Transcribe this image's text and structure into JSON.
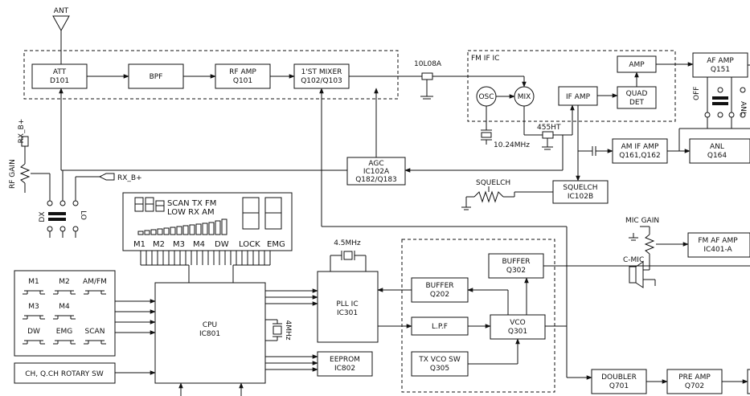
{
  "blocks": {
    "att": [
      "ATT",
      "D101"
    ],
    "bpf": [
      "BPF"
    ],
    "rf_amp": [
      "RF AMP",
      "Q101"
    ],
    "mixer1": [
      "1'ST MIXER",
      "Q102/Q103"
    ],
    "amp": [
      "AMP"
    ],
    "quad_det": [
      "QUAD",
      "DET"
    ],
    "if_amp": [
      "IF AMP"
    ],
    "af_amp": [
      "AF AMP",
      "Q151"
    ],
    "am_if_amp": [
      "AM IF AMP",
      "Q161,Q162"
    ],
    "anl": [
      "ANL",
      "Q164"
    ],
    "agc": [
      "AGC",
      "IC102A",
      "Q182/Q183"
    ],
    "squelch_ic": [
      "SQUELCH",
      "IC102B"
    ],
    "fm_af_amp": [
      "FM AF AMP",
      "IC401-A"
    ],
    "buffer_q302": [
      "BUFFER",
      "Q302"
    ],
    "buffer_q202": [
      "BUFFER",
      "Q202"
    ],
    "pll_ic": [
      "PLL IC",
      "IC301"
    ],
    "lpf": [
      "L.P.F"
    ],
    "vco": [
      "VCO",
      "Q301"
    ],
    "tx_vco_sw": [
      "TX VCO SW",
      "Q305"
    ],
    "cpu": [
      "CPU",
      "IC801"
    ],
    "eeprom": [
      "EEPROM",
      "IC802"
    ],
    "rotary_sw": [
      "CH, Q.CH ROTARY SW"
    ],
    "doubler": [
      "DOUBLER",
      "Q701"
    ],
    "pre_amp": [
      "PRE AMP",
      "Q702"
    ]
  },
  "labels": {
    "ant": "ANT",
    "filter_10l08a": "10L08A",
    "fm_if_ic": "FM IF IC",
    "osc": "OSC",
    "mix": "MIX",
    "filter_455ht": "455HT",
    "crystal_1024": "10.24MHz",
    "rx_b_plus_1": "RX_B+",
    "rx_b_plus_2": "RX_B+",
    "rf_gain": "RF GAIN",
    "dx": "DX",
    "lo": "LO",
    "squelch_pot": "SQUELCH",
    "mic_gain": "MIC GAIN",
    "c_mic": "C-MIC",
    "crystal_45": "4.5MHz",
    "crystal_4": "4MHz",
    "off": "OFF",
    "anl_sw": "ANL"
  },
  "lcd": {
    "top_labels": "SCAN TX FM",
    "mid_labels": "LOW  RX AM",
    "bottom_labels": [
      "M1",
      "M2",
      "M3",
      "M4",
      "DW",
      "LOCK",
      "EMG"
    ]
  },
  "keypad": [
    "M1",
    "M2",
    "AM/FM",
    "M3",
    "M4",
    "DW",
    "EMG",
    "SCAN"
  ]
}
